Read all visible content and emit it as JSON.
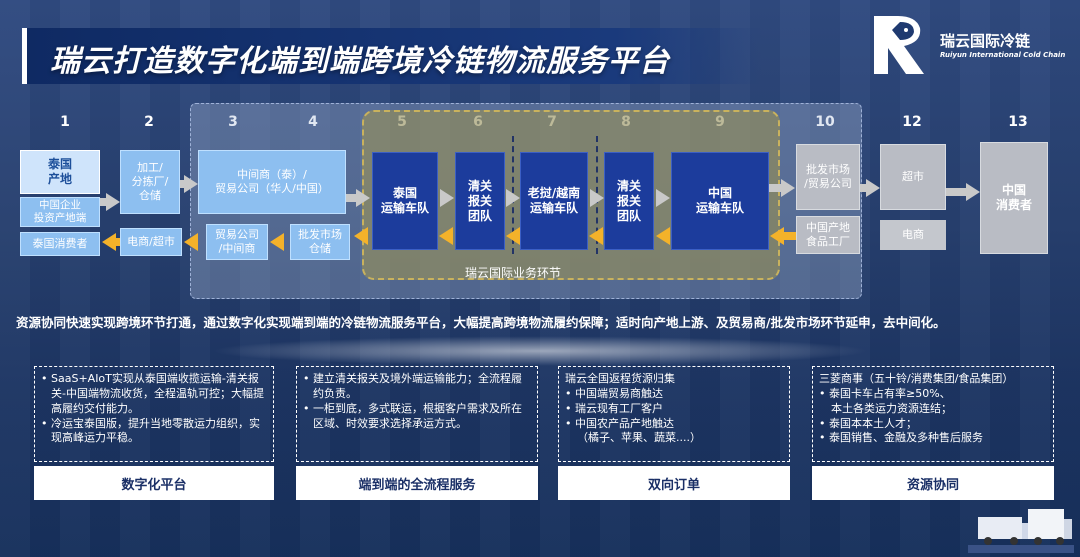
{
  "title": "瑞云打造数字化端到端跨境冷链物流服务平台",
  "brand": {
    "name": "瑞云国际冷链",
    "name_en": "Ruiyun International Cold Chain"
  },
  "steps": [
    "1",
    "2",
    "3",
    "4",
    "5",
    "6",
    "7",
    "8",
    "9",
    "10",
    "12",
    "13"
  ],
  "nodes": {
    "thai_origin": "泰国\n产地",
    "cn_investors": "中国企业\n投资产地端",
    "thai_consumer": "泰国消费者",
    "processing": "加工/\n分拣厂/\n仓储",
    "ecommerce": "电商/超市",
    "middleman": "中间商（泰）/\n贸易公司（华人/中国）",
    "trade_co": "贸易公司\n/中间商",
    "wholesale_wh": "批发市场\n仓储",
    "thai_fleet": "泰国\n运输车队",
    "customs_team_1": "清关\n报关\n团队",
    "laos_fleet": "老挝/越南\n运输车队",
    "customs_team_2": "清关\n报关\n团队",
    "cn_fleet": "中国\n运输车队",
    "wholesale_cn": "批发市场\n/贸易公司",
    "cn_factory": "中国产地\n食品工厂",
    "supermarket": "超市",
    "cn_ecommerce": "电商",
    "cn_consumer": "中国\n消费者"
  },
  "ops_label": "瑞云国际业务环节",
  "summary": "资源协同快速实现跨境环节打通，通过数字化实现端到端的冷链物流服务平台，大幅提高跨境物流履约保障；适时向产地上游、及贸易商/批发市场环节延申，去中间化。",
  "panels": [
    {
      "items": [
        "SaaS+AIoT实现从泰国端收揽运输-清关报关-中国端物流收货，全程温轨可控；大幅提高履约交付能力。",
        "冷运宝泰国版，提升当地零散运力组织，实现高峰运力平稳。"
      ],
      "tab": "数字化平台"
    },
    {
      "items": [
        "建立清关报关及境外端运输能力；全流程履约负责。",
        "一柜到底，多式联运，根据客户需求及所在区域、时效要求选择承运方式。"
      ],
      "tab": "端到端的全流程服务"
    },
    {
      "head": "瑞云全国返程货源归集",
      "items": [
        "中国端贸易商触达",
        "瑞云现有工厂客户",
        "中国农产品产地触达"
      ],
      "sub": "（橘子、苹果、蔬菜....）",
      "tab": "双向订单"
    },
    {
      "head": "三菱商事（五十铃/消费集团/食品集团）",
      "items": [
        "泰国卡车占有率≥50%、"
      ],
      "sub": "本土各类运力资源连结；",
      "items2": [
        "泰国本本土人才；",
        "泰国销售、金融及多种售后服务"
      ],
      "tab": "资源协同"
    }
  ],
  "colors": {
    "navy": "#1c3c9c",
    "light_blue": "#8dbff0",
    "gold_arrow": "#f4b22a",
    "gray_box": "#b9bcc4"
  }
}
